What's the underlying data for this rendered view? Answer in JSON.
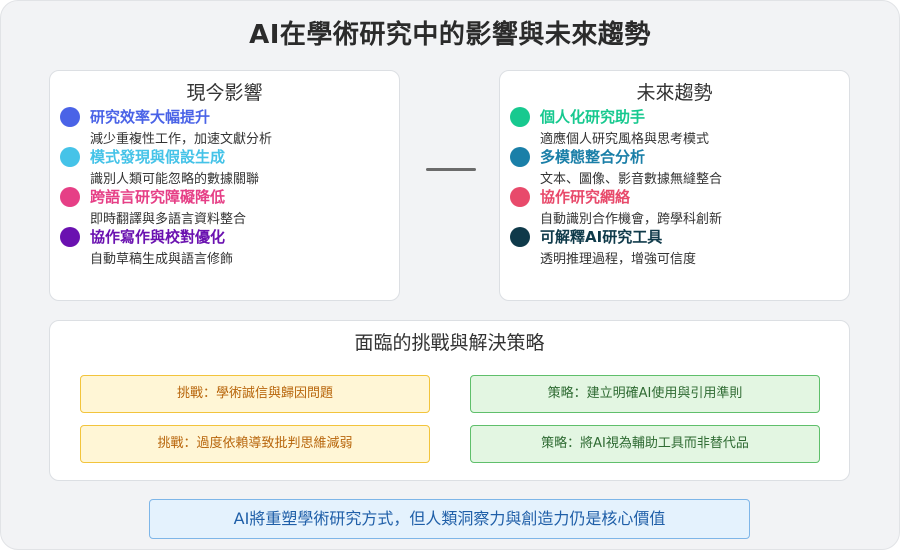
{
  "title": "AI在學術研究中的影響與未來趨勢",
  "current": {
    "heading": "現今影響",
    "items": [
      {
        "title": "研究效率大幅提升",
        "desc": "減少重複性工作，加速文獻分析",
        "color": "#4a63e7"
      },
      {
        "title": "模式發現與假設生成",
        "desc": "識別人類可能忽略的數據關聯",
        "color": "#45c3e8"
      },
      {
        "title": "跨語言研究障礙降低",
        "desc": "即時翻譯與多語言資料整合",
        "color": "#e63f86"
      },
      {
        "title": "協作寫作與校對優化",
        "desc": "自動草稿生成與語言修飾",
        "color": "#6a11b0"
      }
    ]
  },
  "future": {
    "heading": "未來趨勢",
    "items": [
      {
        "title": "個人化研究助手",
        "desc": "適應個人研究風格與思考模式",
        "color": "#17c98f"
      },
      {
        "title": "多模態整合分析",
        "desc": "文本、圖像、影音數據無縫整合",
        "color": "#1a7fa8"
      },
      {
        "title": "協作研究網絡",
        "desc": "自動識別合作機會，跨學科創新",
        "color": "#e84a6b"
      },
      {
        "title": "可解釋AI研究工具",
        "desc": "透明推理過程，增強可信度",
        "color": "#0f3a4a"
      }
    ]
  },
  "challenges": {
    "heading": "面臨的挑戰與解決策略",
    "rows": [
      {
        "challenge": "挑戰：學術誠信與歸因問題",
        "strategy": "策略：建立明確AI使用與引用準則"
      },
      {
        "challenge": "挑戰：過度依賴導致批判思維減弱",
        "strategy": "策略：將AI視為輔助工具而非替代品"
      }
    ]
  },
  "footer": "AI將重塑學術研究方式，但人類洞察力與創造力仍是核心價值"
}
